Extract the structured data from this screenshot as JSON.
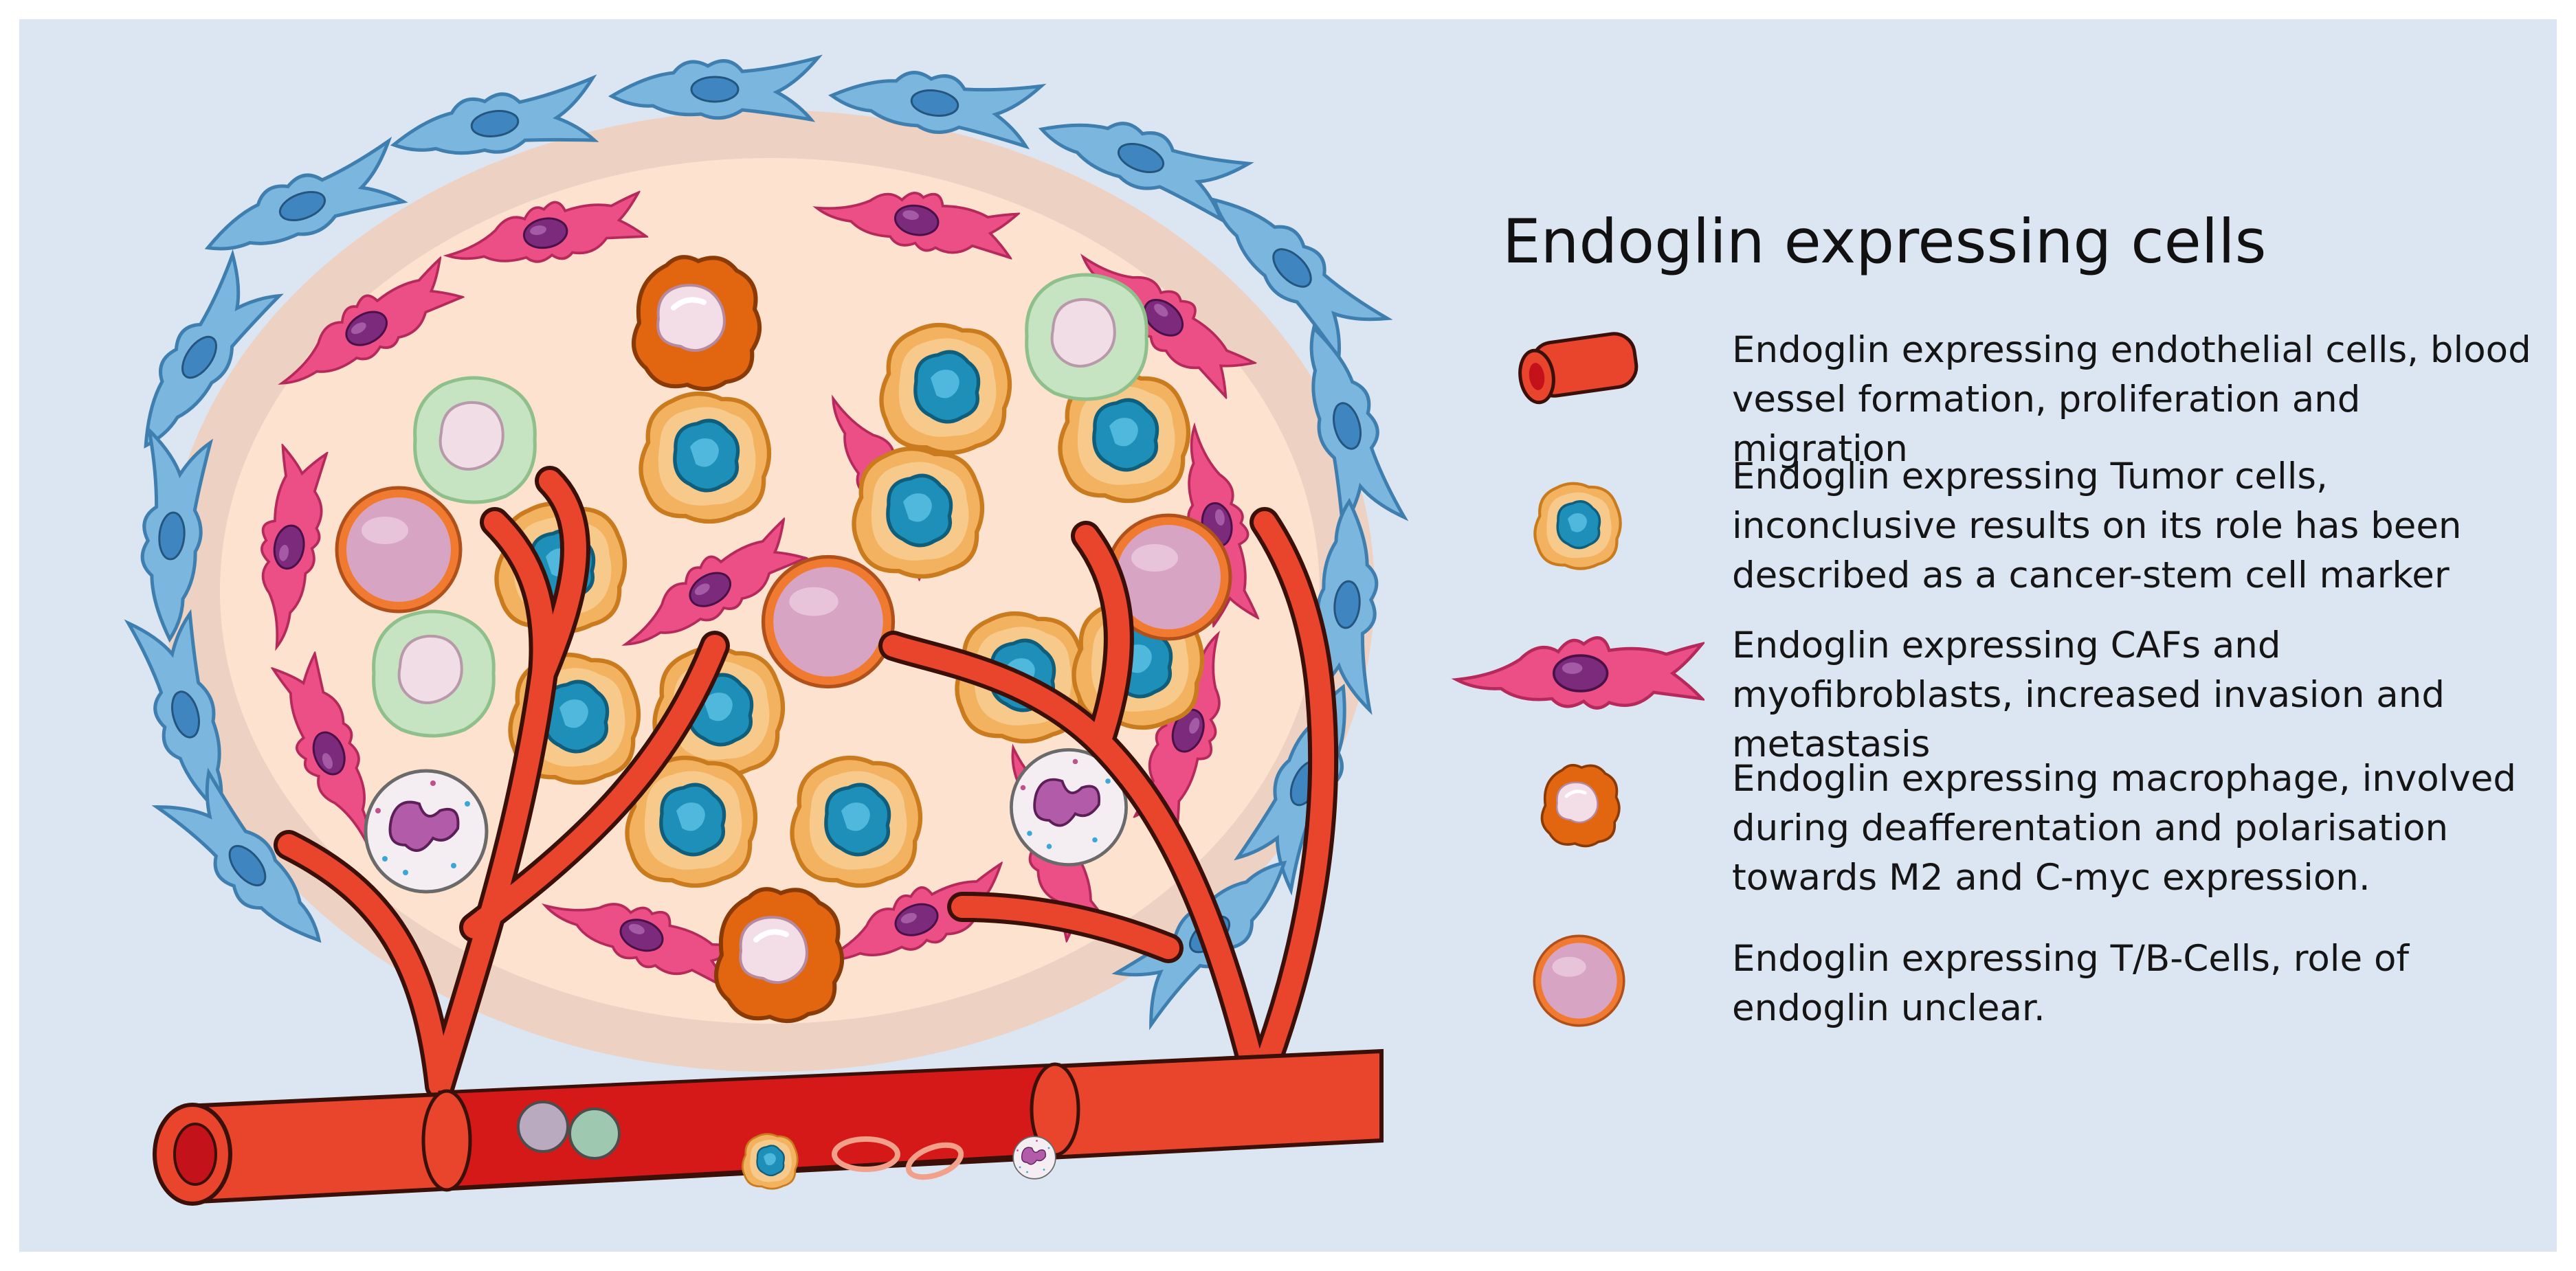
{
  "legend": {
    "title": "Endoglin expressing cells",
    "items": [
      {
        "icon": "blood-vessel-icon",
        "text": "Endoglin expressing endothelial cells, blood vessel formation, proliferation and migration"
      },
      {
        "icon": "tumor-cell-icon",
        "text": "Endoglin expressing Tumor cells, inconclusive results on its role has been described as a cancer-stem cell marker"
      },
      {
        "icon": "fibroblast-icon",
        "text": "Endoglin expressing CAFs and myofibroblasts, increased invasion and metastasis"
      },
      {
        "icon": "macrophage-icon",
        "text": "Endoglin expressing macrophage, involved during deafferentation and polarisation towards M2 and C-myc expression."
      },
      {
        "icon": "lymphocyte-icon",
        "text": "Endoglin expressing T/B-Cells, role of endoglin unclear."
      }
    ]
  },
  "colors": {
    "background": "#dce6f2",
    "endothelial": "#e8452c",
    "vessel_lumen": "#d51818",
    "tumor_cell": "#f2b25f",
    "tumor_nucleus": "#1d8fb8",
    "fibroblast": "#ec4f86",
    "fibroblast_nucleus": "#7c2a7c",
    "macrophage": "#e2650f",
    "lymphocyte": "#d8a4c4",
    "lymphocyte_ring": "#f07a30",
    "green_cell": "#c6e3c2",
    "stroma_cell": "#7bb6df",
    "tumor_mass": "#fde3cf"
  }
}
